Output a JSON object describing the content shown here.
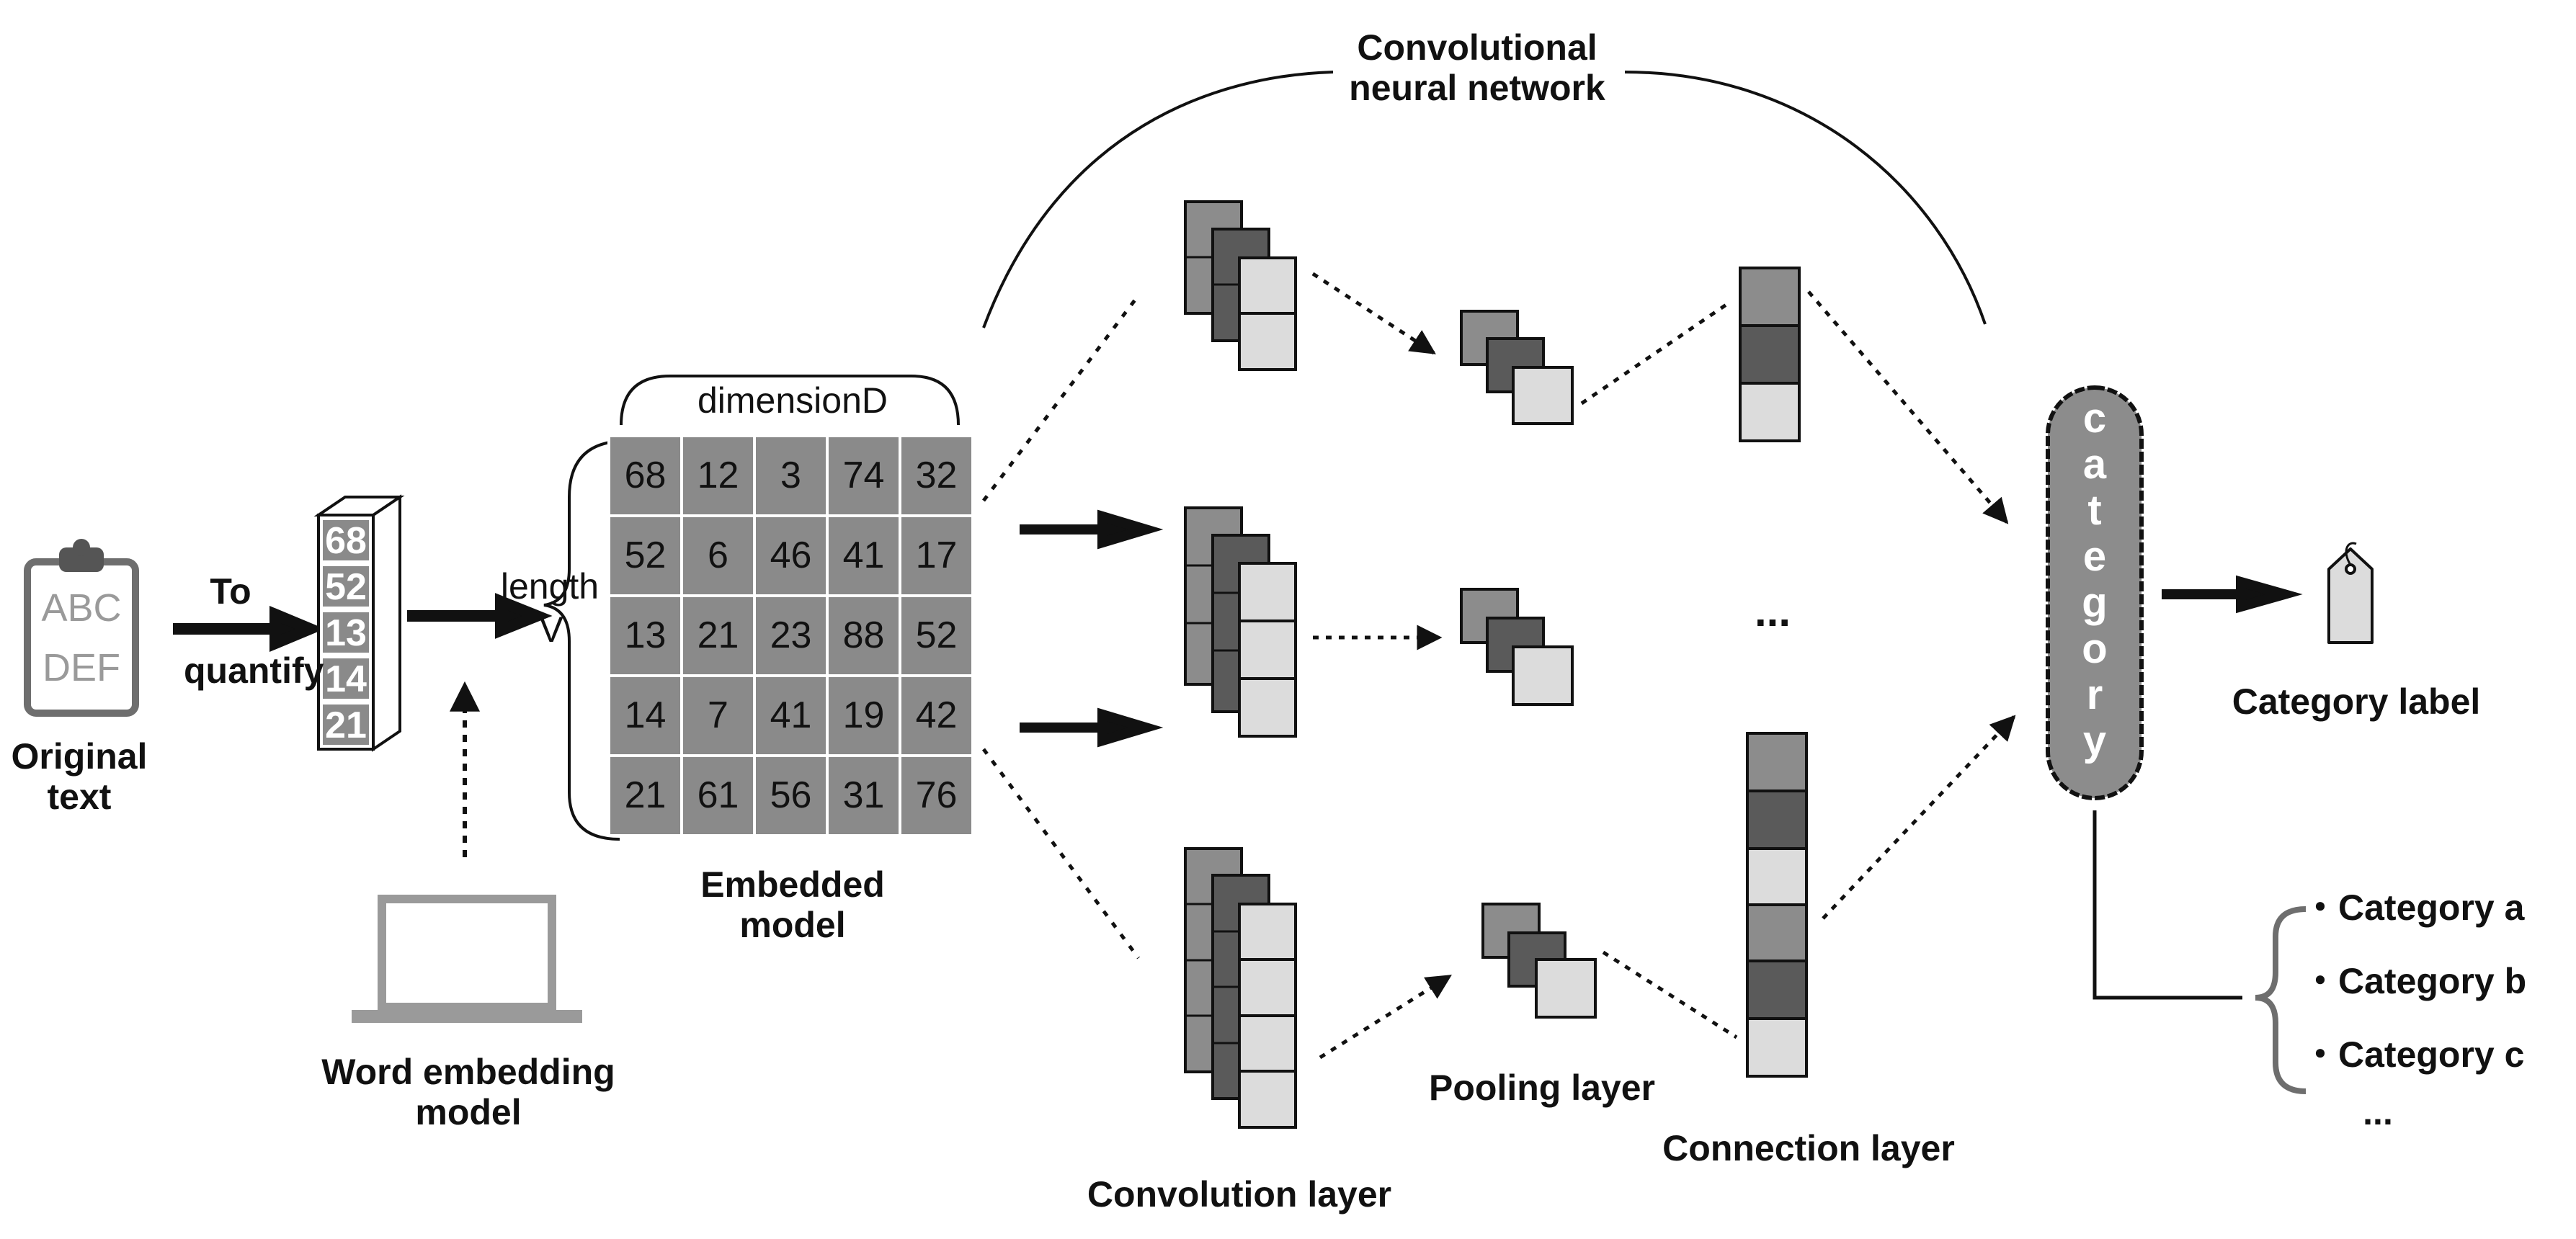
{
  "labels": {
    "original_text": "Original\ntext",
    "to_quantify": "To\nquantify",
    "word_embedding_model": "Word embedding\nmodel",
    "embedded_model": "Embedded\nmodel",
    "cnn_title": "Convolutional\nneural network",
    "convolution_layer": "Convolution layer",
    "pooling_layer": "Pooling layer",
    "connection_layer": "Connection layer",
    "category_label": "Category label",
    "length": "length",
    "length_symbol": "V",
    "dimension": "dimensionD",
    "category_word": "category",
    "ellipsis_middle": "...",
    "categories_ellipsis": "..."
  },
  "document_icon": {
    "line1": "ABC",
    "line2": "DEF"
  },
  "vector_values": [
    "68",
    "52",
    "13",
    "14",
    "21"
  ],
  "embedding_matrix": [
    [
      "68",
      "12",
      "3",
      "74",
      "32"
    ],
    [
      "52",
      "6",
      "46",
      "41",
      "17"
    ],
    [
      "13",
      "21",
      "23",
      "88",
      "52"
    ],
    [
      "14",
      "7",
      "41",
      "19",
      "42"
    ],
    [
      "21",
      "61",
      "56",
      "31",
      "76"
    ]
  ],
  "categories": [
    "・Category a",
    "・Category b",
    "・Category c"
  ],
  "colors": {
    "light_gray": "#dcdcdc",
    "mid_gray": "#8c8c8c",
    "dark_gray": "#5a5a5a",
    "matrix_gray": "#8a8a8a",
    "text": "#111111"
  },
  "icons": [
    "clipboard-document-icon",
    "laptop-icon",
    "tag-icon"
  ]
}
